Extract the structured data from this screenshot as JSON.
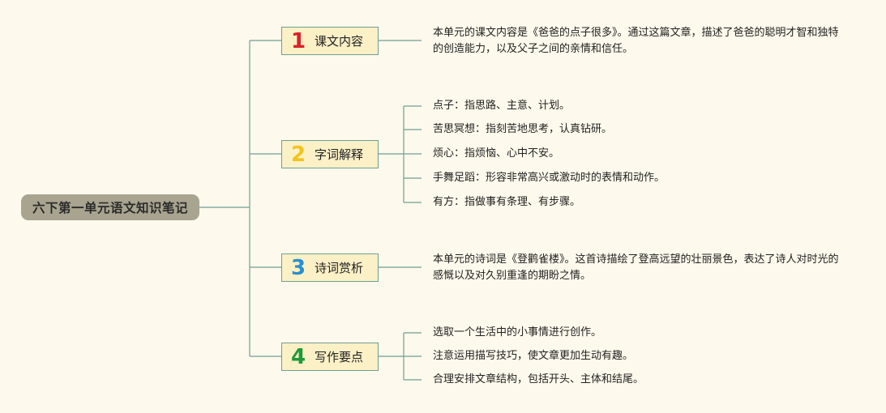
{
  "root": {
    "title": "六下第一单元语文知识笔记"
  },
  "branches": [
    {
      "number": "1",
      "label": "课文内容",
      "color": "#d8232a",
      "items": [
        "本单元的课文内容是《爸爸的点子很多》。通过这篇文章，描述了爸爸的聪明才智和独特的创造能力，以及父子之间的亲情和信任。"
      ]
    },
    {
      "number": "2",
      "label": "字词解释",
      "color": "#f2c31c",
      "items": [
        "点子：指思路、主意、计划。",
        "苦思冥想：指刻苦地思考，认真钻研。",
        "烦心：指烦恼、心中不安。",
        "手舞足蹈：形容非常高兴或激动时的表情和动作。",
        "有方：指做事有条理、有步骤。"
      ]
    },
    {
      "number": "3",
      "label": "诗词赏析",
      "color": "#2a8fd0",
      "items": [
        "本单元的诗词是《登鹳雀楼》。这首诗描绘了登高远望的壮丽景色，表达了诗人对时光的感慨以及对久别重逢的期盼之情。"
      ]
    },
    {
      "number": "4",
      "label": "写作要点",
      "color": "#1e9a3b",
      "items": [
        "选取一个生活中的小事情进行创作。",
        "注意运用描写技巧，使文章更加生动有趣。",
        "合理安排文章结构，包括开头、主体和结尾。"
      ]
    }
  ],
  "colors": {
    "connector": "#6f9f94",
    "root_bg": "#a9a48f",
    "branch_bg": "#fbf0c6",
    "background": "#fdf9ec"
  }
}
